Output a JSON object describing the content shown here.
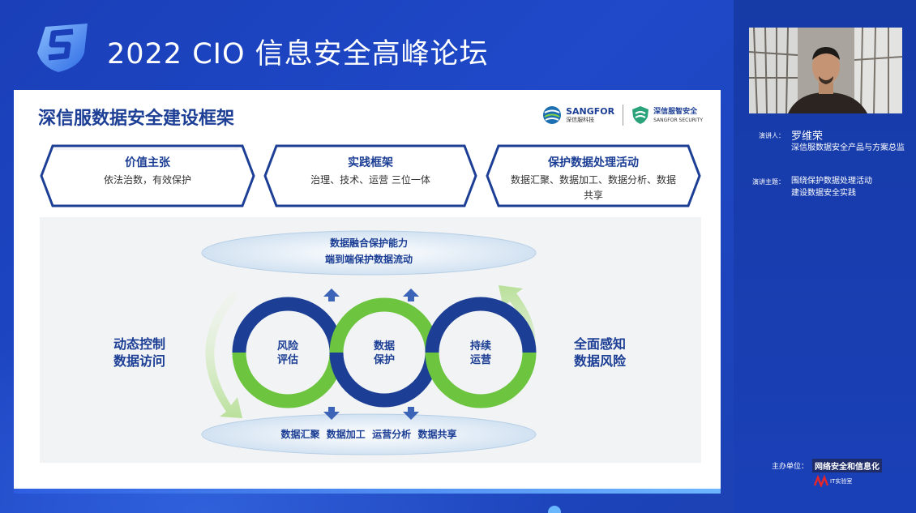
{
  "event": {
    "title": "2022 CIO 信息安全高峰论坛",
    "logo_icon": "shield-s-logo-icon"
  },
  "slide": {
    "title": "深信服数据安全建设框架",
    "brands": [
      {
        "name": "SANGFOR",
        "sub": "深信服科技",
        "icon": "sangfor-logo-icon"
      },
      {
        "name": "深信服智安全",
        "sub": "SANGFOR SECURITY",
        "icon": "sangfor-security-logo-icon"
      }
    ],
    "pillars": [
      {
        "title": "价值主张",
        "desc": "依法治数，有效保护"
      },
      {
        "title": "实践框架",
        "desc": "治理、技术、运营 三位一体"
      },
      {
        "title": "保护数据处理活动",
        "desc": "数据汇聚、数据加工、数据分析、数据共享"
      }
    ],
    "diagram": {
      "top_ellipse": {
        "line1": "数据融合保护能力",
        "line2": "端到端保护数据流动"
      },
      "bottom_ellipse": "数据汇聚  数据加工  运营分析  数据共享",
      "left_label": {
        "line1": "动态控制",
        "line2": "数据访问"
      },
      "right_label": {
        "line1": "全面感知",
        "line2": "数据风险"
      },
      "rings": [
        {
          "line1": "风险",
          "line2": "评估"
        },
        {
          "line1": "数据",
          "line2": "保护"
        },
        {
          "line1": "持续",
          "line2": "运营"
        }
      ],
      "colors": {
        "navy": "#1c3f95",
        "green": "#6cc43f",
        "light_green": "#cfe8b8",
        "arrow_blue": "#3b63b8"
      }
    }
  },
  "speaker": {
    "label": "演讲人：",
    "name": "罗维荣",
    "title": "深信服数据安全产品与方案总监",
    "topic_label": "演讲主题：",
    "topic_line1": "围绕保护数据处理活动",
    "topic_line2": "建设数据安全实践"
  },
  "host": {
    "label": "主办单位：",
    "org1": "网络安全和信息化",
    "org2": "IT实验室"
  },
  "colors": {
    "background": "#1f49c9",
    "slide_title": "#1c3f95"
  }
}
